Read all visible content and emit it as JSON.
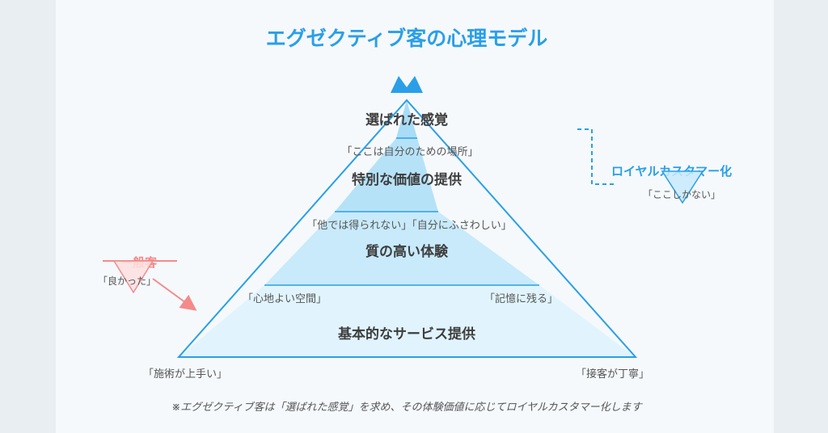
{
  "title": "エグゼクティブ客の心理モデル",
  "levels": [
    {
      "label": "選ばれた感覚"
    },
    {
      "label": "特別な価値の提供",
      "quote": "「ここは自分のための場所」"
    },
    {
      "label": "質の高い体験",
      "quote": "「他では得られない」「自分にふさわしい」"
    },
    {
      "label": "基本的なサービス提供",
      "quote_left": "「心地よい空間」",
      "quote_right": "「記憶に残る」"
    }
  ],
  "base_quotes": {
    "left": "「施術が上手い」",
    "right": "「接客が丁寧」"
  },
  "royal": {
    "label": "ロイヤルカスタマー化",
    "quote": "「ここしかない」"
  },
  "new_customer": {
    "label": "一般客",
    "quote": "「良かった」"
  },
  "footnote": "※エグゼクティブ客は「選ばれた感覚」を求め、その体験価値に応じてロイヤルカスタマー化します",
  "colors": {
    "accent_blue": "#2a9fe8",
    "layer_top": "#a9dcf6",
    "layer_mid": "#b6e2f8",
    "layer_low": "#c8eafb",
    "layer_base": "#e1f4fd",
    "accent_red": "#f48a8a"
  },
  "icons": {
    "crown": "crown-icon",
    "arrow": "arrow-icon",
    "funnel": "funnel-icon"
  }
}
